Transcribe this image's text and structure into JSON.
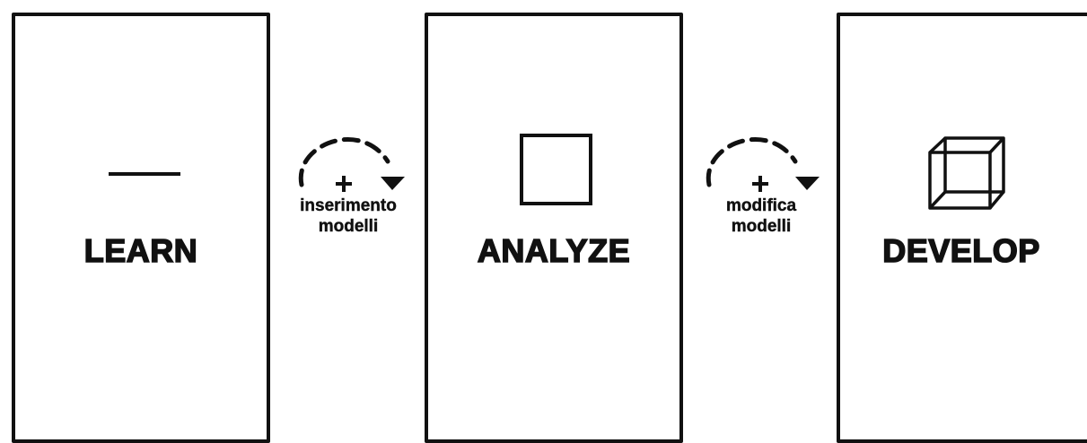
{
  "stages": [
    {
      "label": "LEARN",
      "icon": "line-icon"
    },
    {
      "label": "ANALYZE",
      "icon": "square-icon"
    },
    {
      "label": "DEVELOP",
      "icon": "cube-icon"
    }
  ],
  "connectors": [
    {
      "symbol": "+",
      "line1": "inserimento",
      "line2": "modelli",
      "icon": "dashed-curved-arrow-icon"
    },
    {
      "symbol": "+",
      "line1": "modifica",
      "line2": "modelli",
      "icon": "dashed-curved-arrow-icon"
    }
  ]
}
